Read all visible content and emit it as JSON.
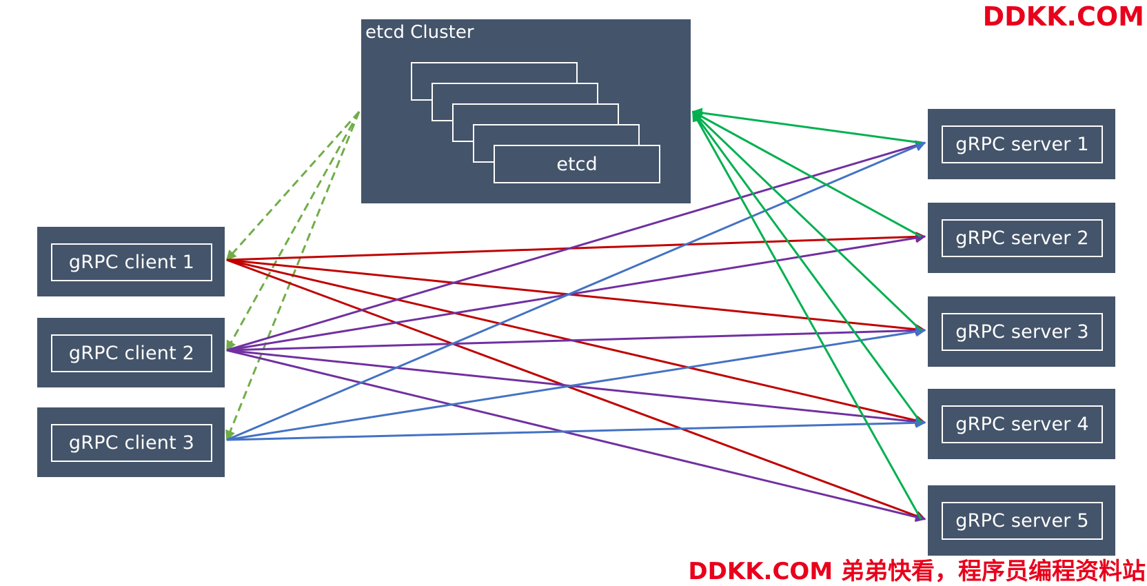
{
  "cluster": {
    "title": "etcd Cluster",
    "member_label": "etcd"
  },
  "clients": [
    {
      "id": "c1",
      "label": "gRPC client 1"
    },
    {
      "id": "c2",
      "label": "gRPC client 2"
    },
    {
      "id": "c3",
      "label": "gRPC client 3"
    }
  ],
  "servers": [
    {
      "id": "s1",
      "label": "gRPC server 1"
    },
    {
      "id": "s2",
      "label": "gRPC server 2"
    },
    {
      "id": "s3",
      "label": "gRPC server 3"
    },
    {
      "id": "s4",
      "label": "gRPC server 4"
    },
    {
      "id": "s5",
      "label": "gRPC server 5"
    }
  ],
  "edges": [
    {
      "from": "etcd",
      "to": "c1",
      "color": "#70ad47",
      "style": "dashed"
    },
    {
      "from": "etcd",
      "to": "c2",
      "color": "#70ad47",
      "style": "dashed"
    },
    {
      "from": "etcd",
      "to": "c3",
      "color": "#70ad47",
      "style": "dashed"
    },
    {
      "from": "c1",
      "to": "s2",
      "color": "#c00000",
      "style": "solid"
    },
    {
      "from": "c1",
      "to": "s3",
      "color": "#c00000",
      "style": "solid"
    },
    {
      "from": "c1",
      "to": "s4",
      "color": "#c00000",
      "style": "solid"
    },
    {
      "from": "c1",
      "to": "s5",
      "color": "#c00000",
      "style": "solid"
    },
    {
      "from": "c2",
      "to": "s1",
      "color": "#7030a0",
      "style": "solid"
    },
    {
      "from": "c2",
      "to": "s2",
      "color": "#7030a0",
      "style": "solid"
    },
    {
      "from": "c2",
      "to": "s3",
      "color": "#7030a0",
      "style": "solid"
    },
    {
      "from": "c2",
      "to": "s4",
      "color": "#7030a0",
      "style": "solid"
    },
    {
      "from": "c2",
      "to": "s5",
      "color": "#7030a0",
      "style": "solid"
    },
    {
      "from": "c3",
      "to": "s1",
      "color": "#4472c4",
      "style": "solid"
    },
    {
      "from": "c3",
      "to": "s3",
      "color": "#4472c4",
      "style": "solid"
    },
    {
      "from": "c3",
      "to": "s4",
      "color": "#4472c4",
      "style": "solid"
    },
    {
      "from": "s1",
      "to": "etcd",
      "color": "#00b050",
      "style": "solid"
    },
    {
      "from": "s2",
      "to": "etcd",
      "color": "#00b050",
      "style": "solid"
    },
    {
      "from": "s3",
      "to": "etcd",
      "color": "#00b050",
      "style": "solid"
    },
    {
      "from": "s4",
      "to": "etcd",
      "color": "#00b050",
      "style": "solid"
    },
    {
      "from": "s5",
      "to": "etcd",
      "color": "#00b050",
      "style": "solid"
    }
  ],
  "watermarks": {
    "top": "DDKK.COM",
    "bottom": "DDKK.COM 弟弟快看，程序员编程资料站"
  },
  "colors": {
    "node_fill": "#44546a",
    "node_text": "#ffffff",
    "watermark": "#e8001c"
  }
}
